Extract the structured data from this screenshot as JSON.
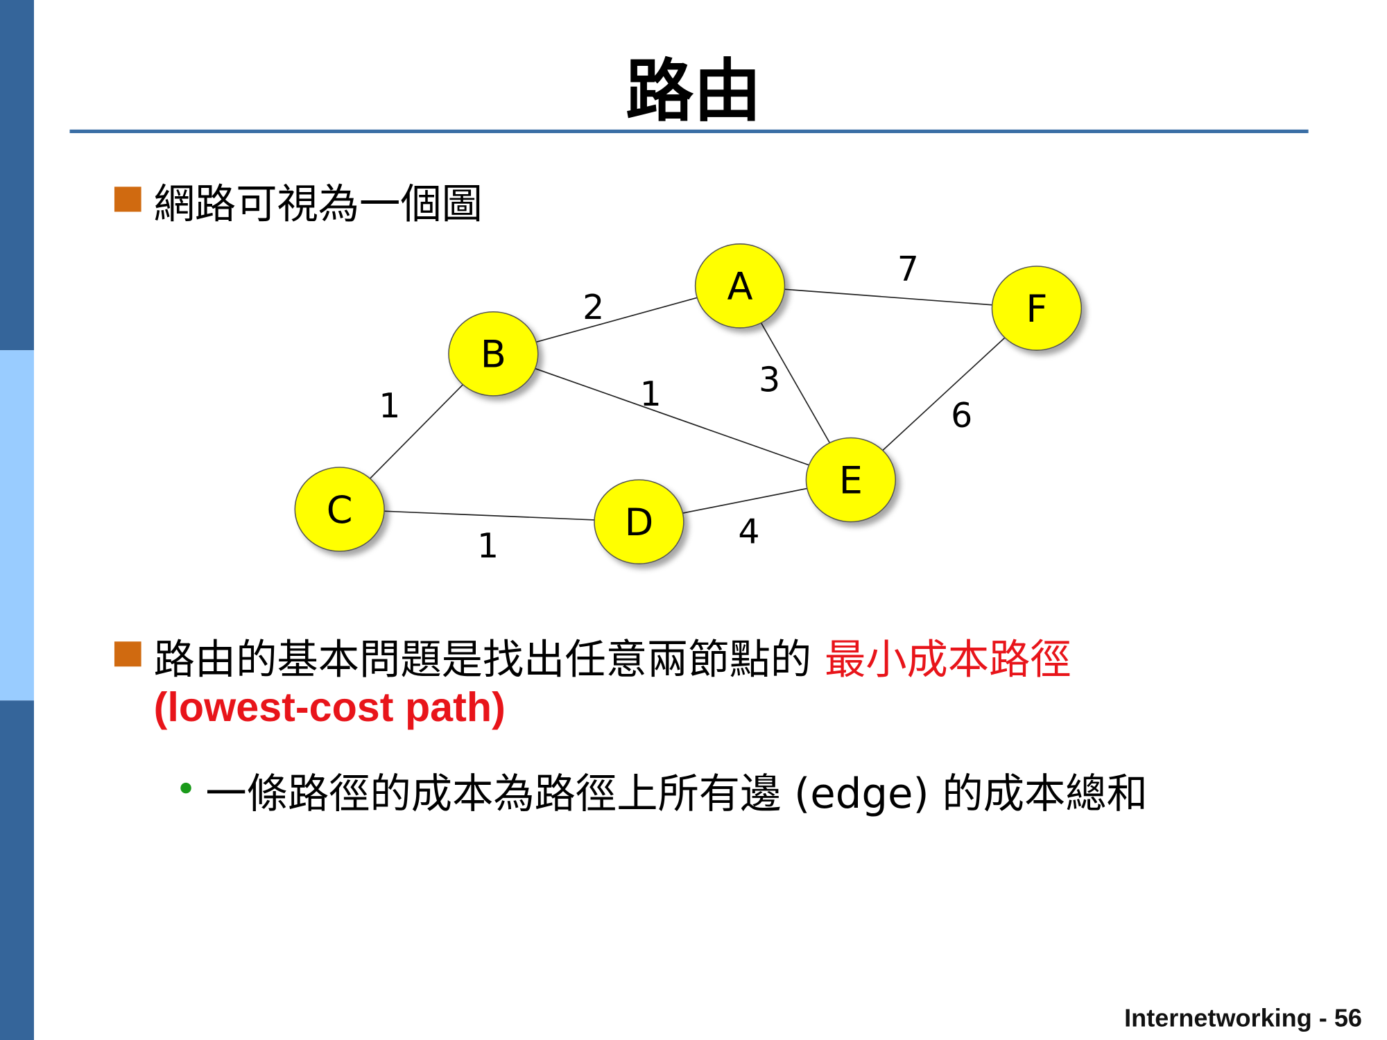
{
  "title": "路由",
  "bullets": [
    {
      "text": "網路可視為一個圖"
    },
    {
      "text": "路由的基本問題是找出任意兩節點的 ",
      "highlight": "最小成本路徑",
      "highlight_line2": "(lowest-cost path)"
    }
  ],
  "sub_bullet": {
    "text": "一條路徑的成本為路徑上所有邊 (edge) 的成本總和"
  },
  "graph": {
    "nodes": [
      "A",
      "B",
      "C",
      "D",
      "E",
      "F"
    ],
    "edges": [
      {
        "from": "B",
        "to": "A",
        "cost": "2"
      },
      {
        "from": "A",
        "to": "F",
        "cost": "7"
      },
      {
        "from": "C",
        "to": "B",
        "cost": "1"
      },
      {
        "from": "B",
        "to": "E",
        "cost": "1"
      },
      {
        "from": "A",
        "to": "E",
        "cost": "3"
      },
      {
        "from": "E",
        "to": "F",
        "cost": "6"
      },
      {
        "from": "C",
        "to": "D",
        "cost": "1"
      },
      {
        "from": "D",
        "to": "E",
        "cost": "4"
      }
    ]
  },
  "footer": "Internetworking - 56",
  "colors": {
    "sidebar_dark": "#35659a",
    "sidebar_light": "#99ccff",
    "rule": "#3a6ea5",
    "bullet": "#d06a10",
    "highlight": "#e8141a",
    "node": "#ffff00",
    "sub_bullet": "#1a9a1a"
  }
}
